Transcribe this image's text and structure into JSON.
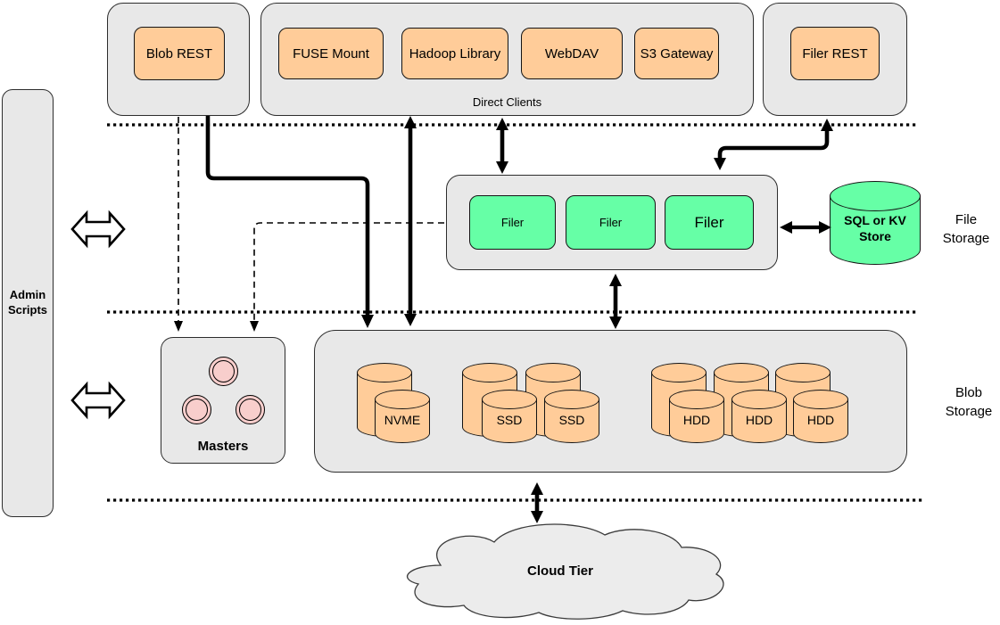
{
  "colors": {
    "container_gray": "#E8E8E8",
    "node_orange": "#FFCC99",
    "node_green": "#66FFA6",
    "master_pink": "#F8CECC",
    "cloud_gray": "#ECECEC",
    "line_black": "#000000"
  },
  "admin_scripts": {
    "label": "Admin Scripts"
  },
  "top_row": {
    "blob_rest": {
      "label": "Blob REST"
    },
    "direct_clients": {
      "label": "Direct Clients",
      "items": [
        "FUSE Mount",
        "Hadoop Library",
        "WebDAV",
        "S3 Gateway"
      ]
    },
    "filer_rest": {
      "label": "Filer REST"
    }
  },
  "file_storage": {
    "layer_label": "File Storage",
    "filers": [
      "Filer",
      "Filer",
      "Filer"
    ],
    "metadata_store": {
      "label": "SQL or KV Store"
    }
  },
  "masters": {
    "label": "Masters",
    "node_count": 3
  },
  "blob_storage": {
    "layer_label": "Blob Storage",
    "disk_groups": [
      {
        "type": "nvme",
        "labels": [
          "NVME"
        ]
      },
      {
        "type": "ssd",
        "labels": [
          "SSD",
          "SSD"
        ]
      },
      {
        "type": "hdd",
        "labels": [
          "HDD",
          "HDD",
          "HDD"
        ]
      }
    ]
  },
  "cloud_tier": {
    "label": "Cloud Tier"
  }
}
